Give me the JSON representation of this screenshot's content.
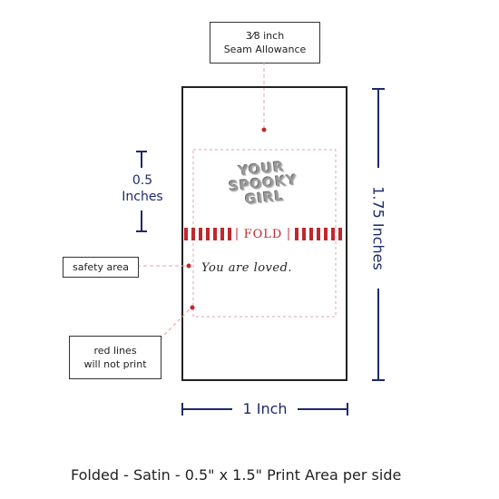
{
  "callouts": {
    "seam_allowance": {
      "line1": "3⁄8 inch",
      "line2": "Seam Allowance"
    },
    "safety_area": "safety area",
    "red_lines": {
      "line1": "red lines",
      "line2": "will not print"
    }
  },
  "dimensions": {
    "height_label": {
      "line1": "0.5",
      "line2": "Inches"
    },
    "tall_label": "1.75 Inches",
    "width_label": "1 Inch"
  },
  "label": {
    "fold_text": "FOLD",
    "logo_lines": [
      "YOUR",
      "SPOOKY",
      "GIRL"
    ],
    "script_text": "You are loved."
  },
  "footer": "Folded - Satin - 0.5\" x 1.5\" Print Area per side",
  "colors": {
    "navy": "#1f2a6b",
    "red": "#c0282d",
    "outline": "#222222",
    "dashed_pink": "#e8a0a8"
  }
}
